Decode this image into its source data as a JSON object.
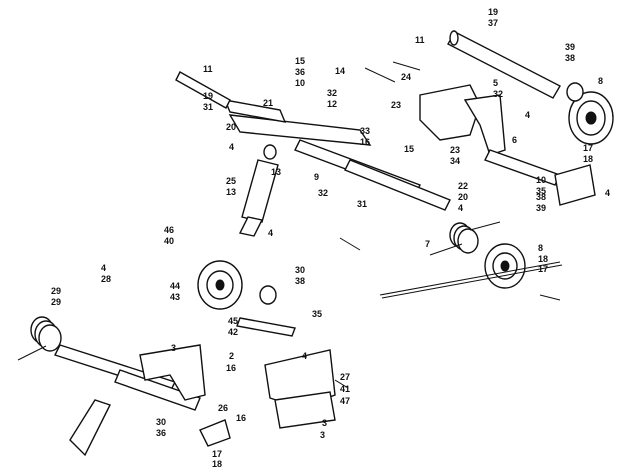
{
  "diagram": {
    "callouts": [
      "19",
      "37",
      "11",
      "39",
      "38",
      "8",
      "14",
      "24",
      "5",
      "32",
      "15",
      "36",
      "10",
      "11",
      "21",
      "23",
      "4",
      "19",
      "31",
      "20",
      "32",
      "12",
      "33",
      "16",
      "17",
      "18",
      "23",
      "34",
      "15",
      "6",
      "4",
      "13",
      "9",
      "10",
      "35",
      "4",
      "25",
      "13",
      "22",
      "20",
      "31",
      "32",
      "4",
      "38",
      "39",
      "4",
      "7",
      "46",
      "40",
      "8",
      "18",
      "17",
      "4",
      "28",
      "30",
      "38",
      "44",
      "43",
      "29",
      "29",
      "45",
      "42",
      "35",
      "3",
      "2",
      "16",
      "4",
      "27",
      "41",
      "47",
      "26",
      "16",
      "3",
      "30",
      "36",
      "17",
      "18",
      "3"
    ]
  }
}
